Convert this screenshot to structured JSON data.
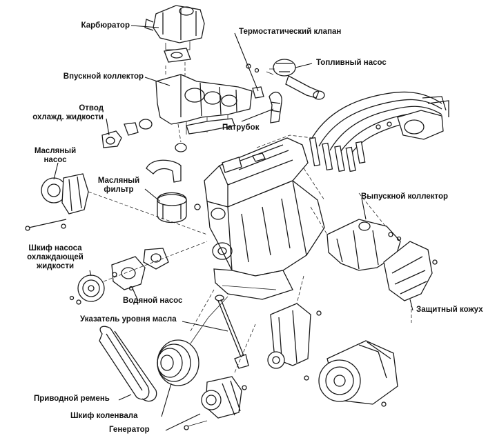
{
  "diagram": {
    "labels": {
      "carburetor": "Карбюратор",
      "thermostat": "Термостатический клапан",
      "fuel_pump": "Топливный насос",
      "intake": "Впускной коллектор",
      "coolant_outlet": "Отвод\nохлажд. жидкости",
      "hose": "Патрубок",
      "oil_pump": "Масляный\nнасос",
      "oil_filter": "Масляный\nфильтр",
      "exhaust": "Выпускной коллектор",
      "pulley": "Шкиф насоса\nохлаждающей\nжидкости",
      "water_pump": "Водяной насос",
      "heat_shield": "Защитный кожух",
      "dipstick": "Указатель уровня масла",
      "belt": "Приводной ремень",
      "crank_pulley": "Шкиф коленвала",
      "generator": "Генератор"
    }
  }
}
